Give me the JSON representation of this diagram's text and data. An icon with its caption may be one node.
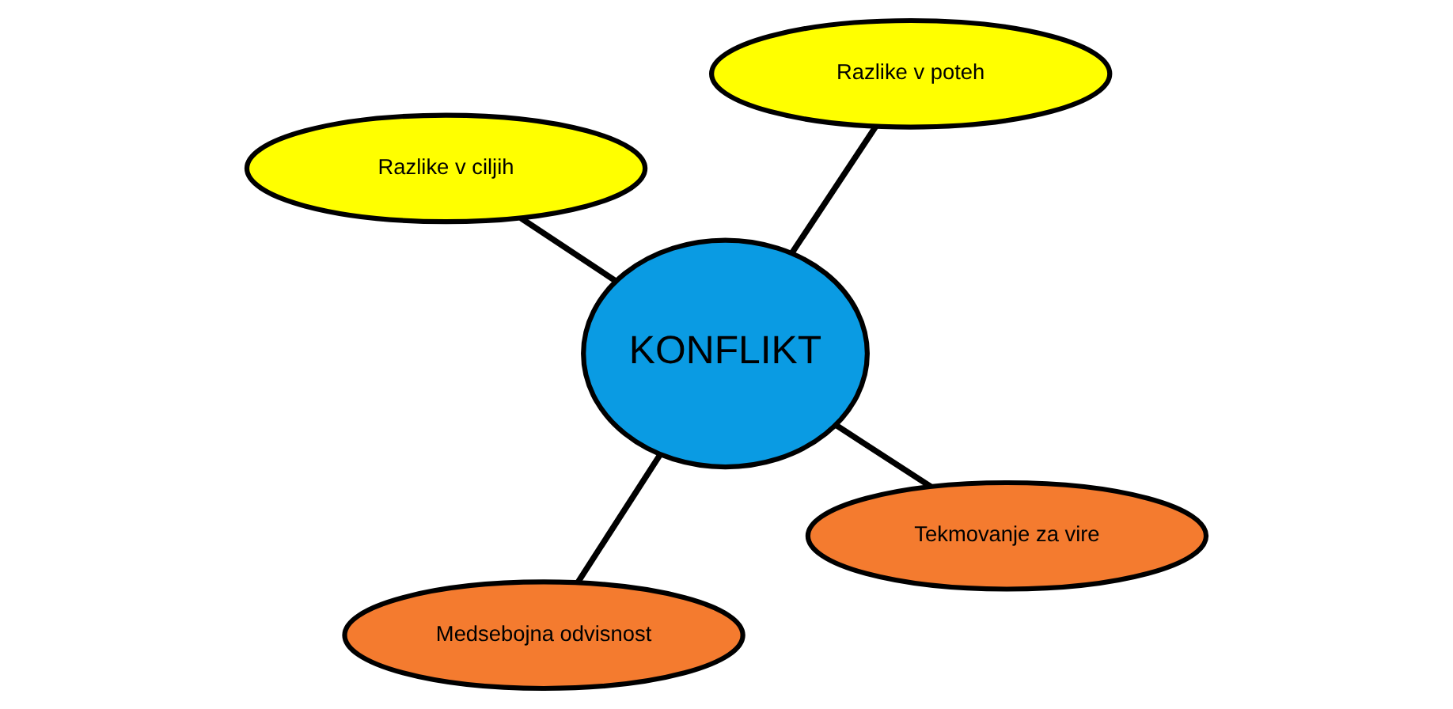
{
  "diagram": {
    "nodes": [
      {
        "text": [
          "KONFLIKT"
        ]
      },
      {
        "text": [
          "Tekmovanje za vire"
        ]
      },
      {
        "text": [
          "Medsebojna odvisnost"
        ]
      },
      {
        "text": [
          "Razlike v ciljih"
        ]
      },
      {
        "text": [
          "Razlike v poteh"
        ]
      }
    ],
    "edges": [
      {
        "from": 0,
        "to": 1,
        "arrow": "none"
      },
      {
        "from": 0,
        "to": 2,
        "arrow": "none"
      },
      {
        "from": 0,
        "to": 3,
        "arrow": "none"
      },
      {
        "from": 0,
        "to": 4,
        "arrow": "none"
      }
    ]
  }
}
